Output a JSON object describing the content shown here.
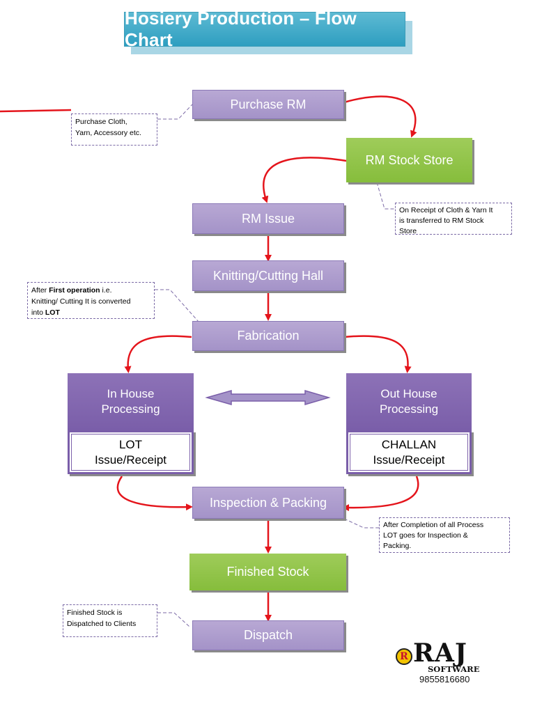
{
  "title": "Hosiery Production – Flow Chart",
  "nodes": {
    "purchase_rm": "Purchase RM",
    "rm_stock_store": "RM Stock Store",
    "rm_issue": "RM Issue",
    "knitting_cutting_hall": "Knitting/Cutting Hall",
    "fabrication": "Fabrication",
    "in_house_line1": "In House",
    "in_house_line2": "Processing",
    "lot_line1": "LOT",
    "lot_line2": "Issue/Receipt",
    "out_house_line1": "Out House",
    "out_house_line2": "Processing",
    "challan_line1": "CHALLAN",
    "challan_line2": "Issue/Receipt",
    "inspection_packing": "Inspection & Packing",
    "finished_stock": "Finished Stock",
    "dispatch": "Dispatch"
  },
  "notes": {
    "purchase": [
      "Purchase Cloth,",
      "Yarn, Accessory etc."
    ],
    "receipt": [
      "On Receipt of Cloth & Yarn It",
      "is transferred to RM Stock",
      "Store"
    ],
    "lot_a": "After ",
    "lot_b": "First operation",
    "lot_c": " i.e.",
    "lot_d": "Knitting/ Cutting It is converted",
    "lot_e": "into ",
    "lot_f": "LOT",
    "completion": [
      "After Completion of all Process",
      "LOT goes for Inspection &",
      "Packing."
    ],
    "dispatch": [
      "Finished Stock is",
      "Dispatched to Clients"
    ]
  },
  "logo": {
    "mark": "R",
    "name": "RAJ",
    "sub": "SOFTWARE",
    "phone": "9855816680"
  },
  "colors": {
    "title_fill": "#2e9ec0",
    "process_fill": "#a493c8",
    "stock_fill": "#86bd3c",
    "processing_fill": "#7a5ea9",
    "connector": "#e4141b"
  }
}
